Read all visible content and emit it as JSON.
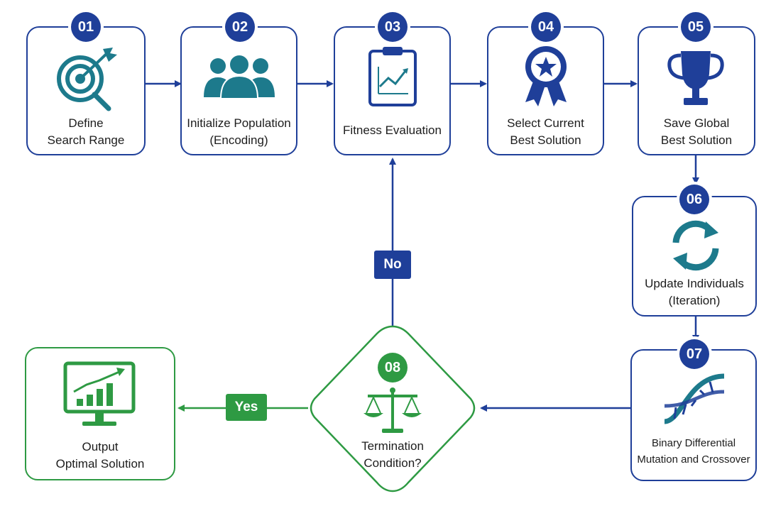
{
  "steps": [
    {
      "number": "01",
      "line1": "Define",
      "line2": "Search Range",
      "icon": "target-icon"
    },
    {
      "number": "02",
      "line1": "Initialize Population",
      "line2": "(Encoding)",
      "icon": "people-icon"
    },
    {
      "number": "03",
      "line1": "Fitness Evaluation",
      "line2": "",
      "icon": "clipboard-chart-icon"
    },
    {
      "number": "04",
      "line1": "Select Current",
      "line2": "Best Solution",
      "icon": "award-ribbon-icon"
    },
    {
      "number": "05",
      "line1": "Save Global",
      "line2": "Best Solution",
      "icon": "trophy-icon"
    },
    {
      "number": "06",
      "line1": "Update Individuals",
      "line2": "(Iteration)",
      "icon": "refresh-cycle-icon"
    },
    {
      "number": "07",
      "line1": "Binary Differential",
      "line2": "Mutation and Crossover",
      "icon": "dna-icon"
    },
    {
      "number": "08",
      "line1": "Termination",
      "line2": "Condition?",
      "icon": "balance-scale-icon"
    }
  ],
  "output": {
    "line1": "Output",
    "line2": "Optimal Solution",
    "icon": "monitor-chart-icon"
  },
  "edges": {
    "no_label": "No",
    "yes_label": "Yes"
  },
  "colors": {
    "blue": "#1f3f99",
    "green": "#2e9a43",
    "teal": "#1d7a8c"
  }
}
